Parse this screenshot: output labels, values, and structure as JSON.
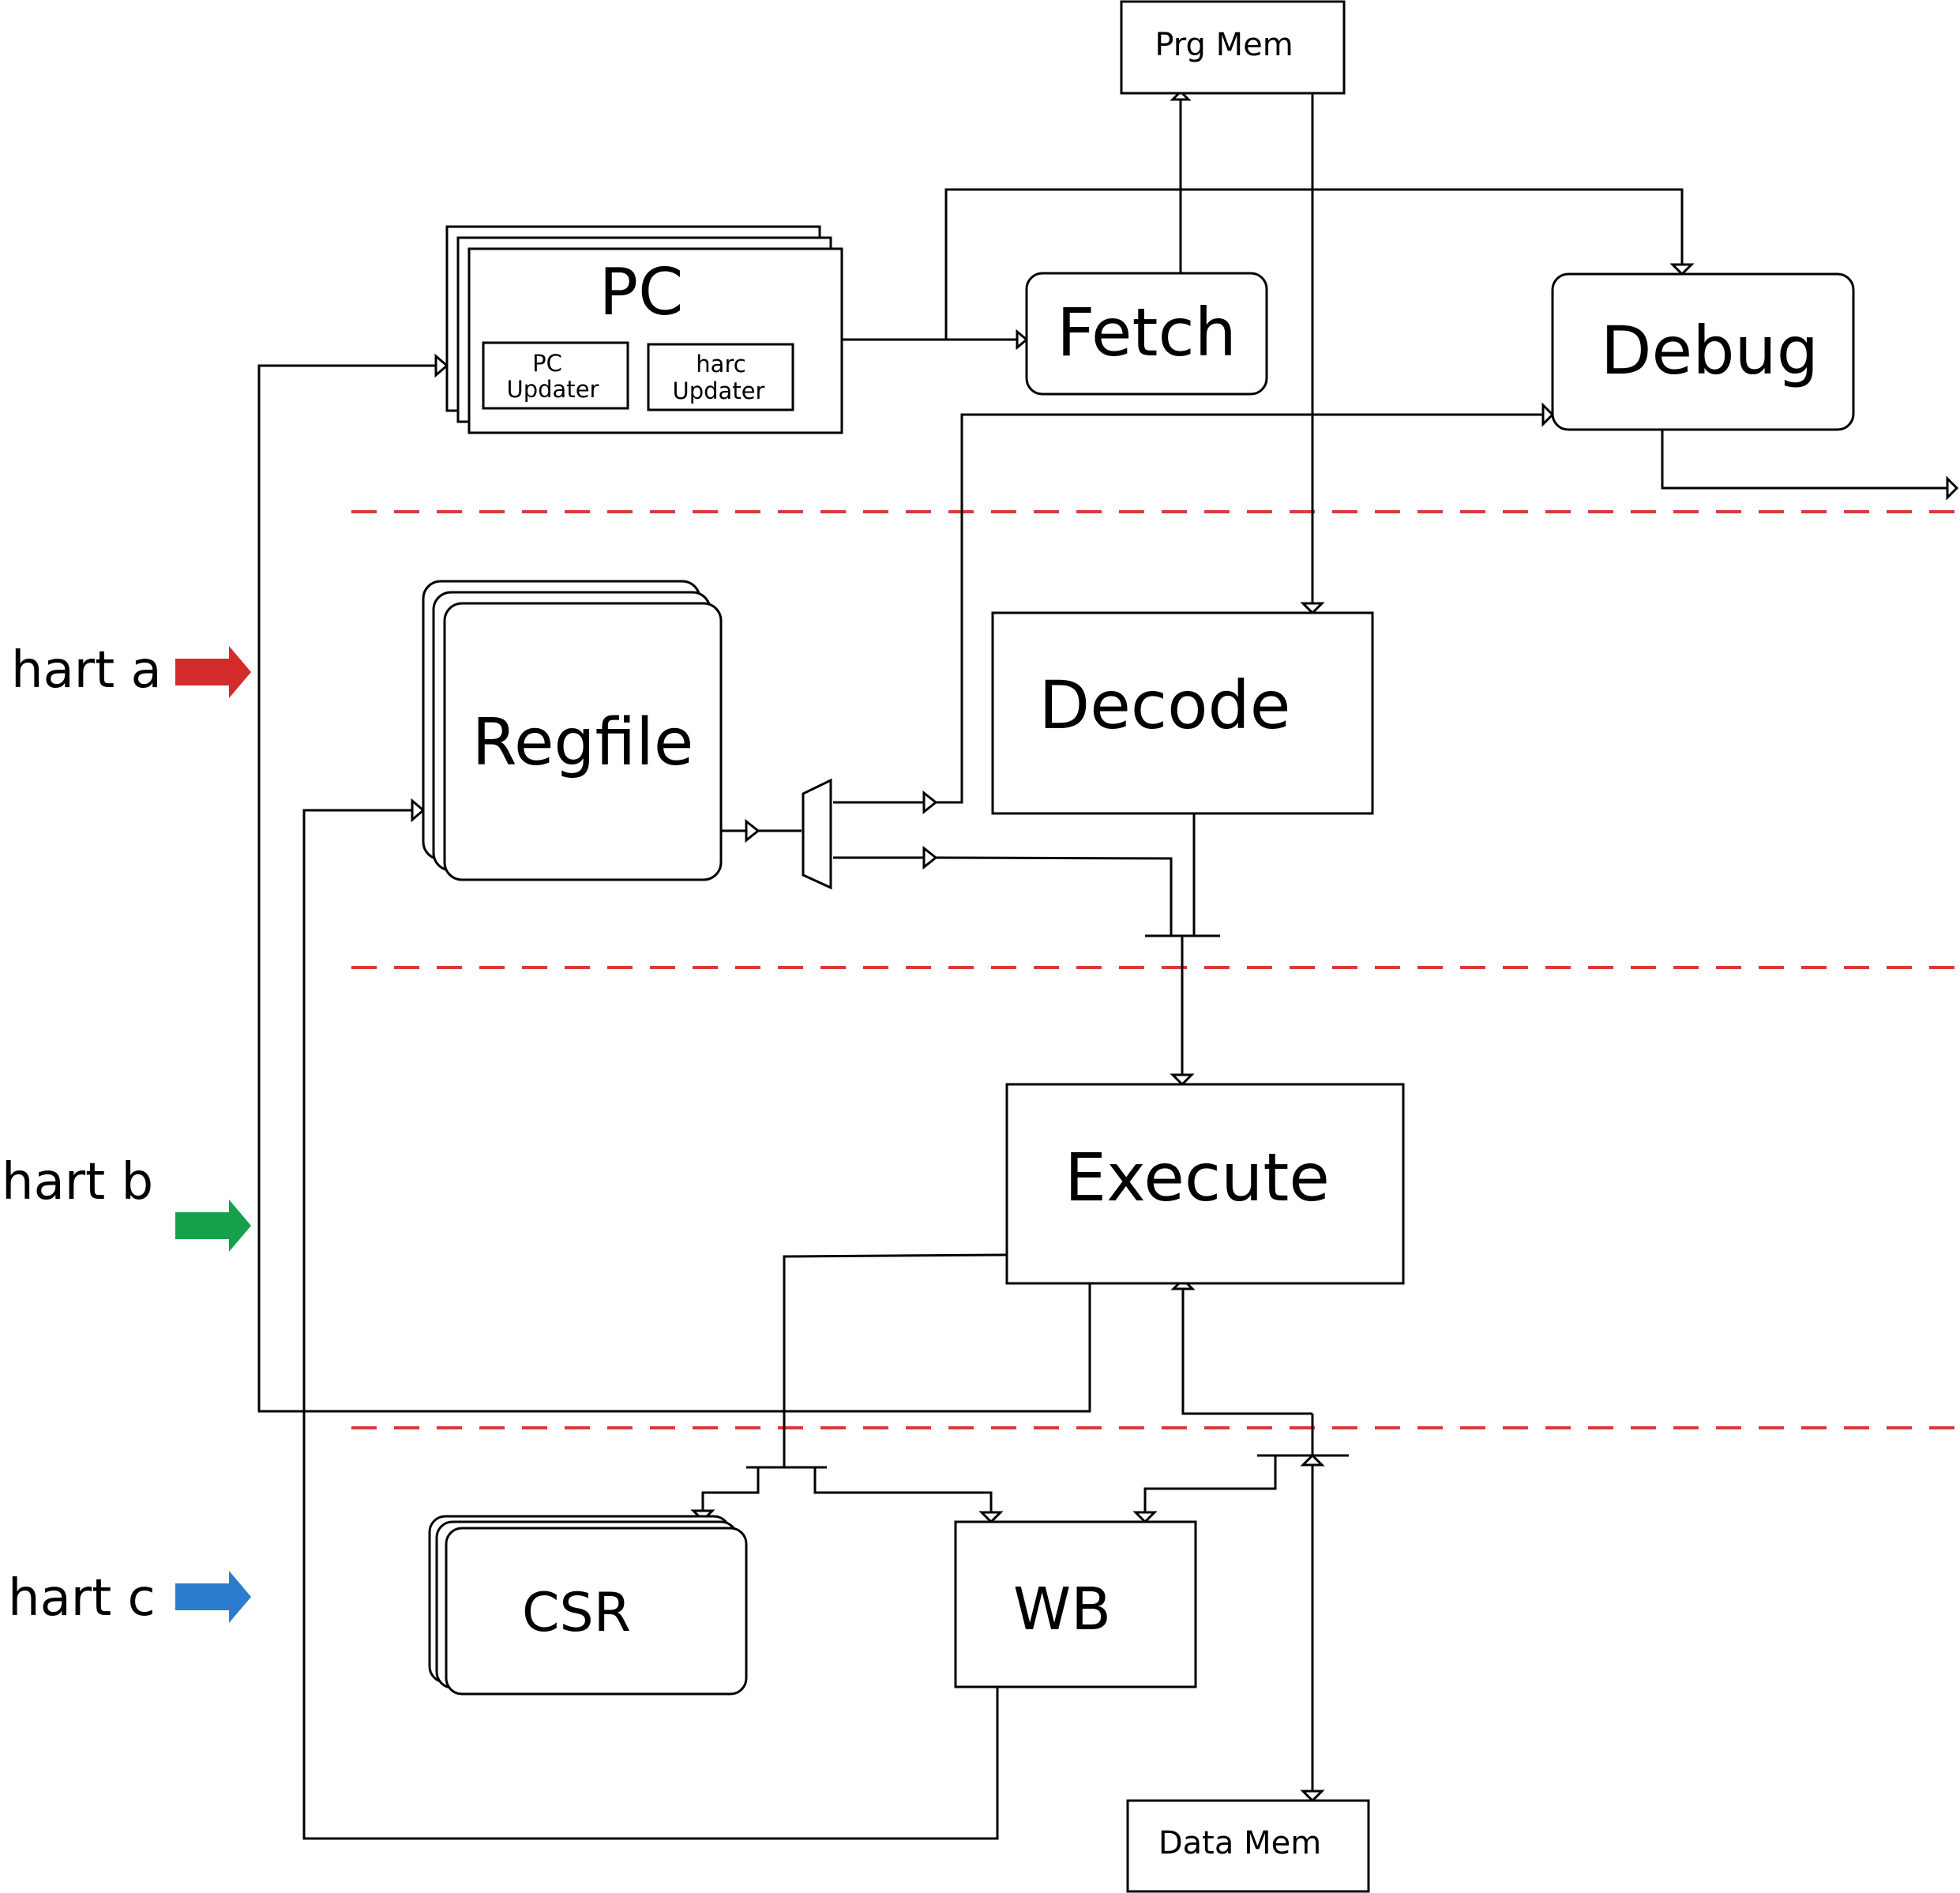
{
  "blocks": {
    "prg_mem": "Prg Mem",
    "pc": "PC",
    "pc_updater_line1": "PC",
    "pc_updater_line2": "Updater",
    "harc_updater_line1": "harc",
    "harc_updater_line2": "Updater",
    "fetch": "Fetch",
    "debug": "Debug",
    "regfile": "Regfile",
    "decode": "Decode",
    "execute": "Execute",
    "csr": "CSR",
    "wb": "WB",
    "data_mem": "Data Mem"
  },
  "harts": [
    {
      "label": "hart a",
      "color": "#d42b2b"
    },
    {
      "label": "hart b",
      "color": "#17a04a"
    },
    {
      "label": "hart c",
      "color": "#2a7ccc"
    }
  ],
  "colors": {
    "stage_separator": "#d83a3a",
    "line": "#000000"
  }
}
